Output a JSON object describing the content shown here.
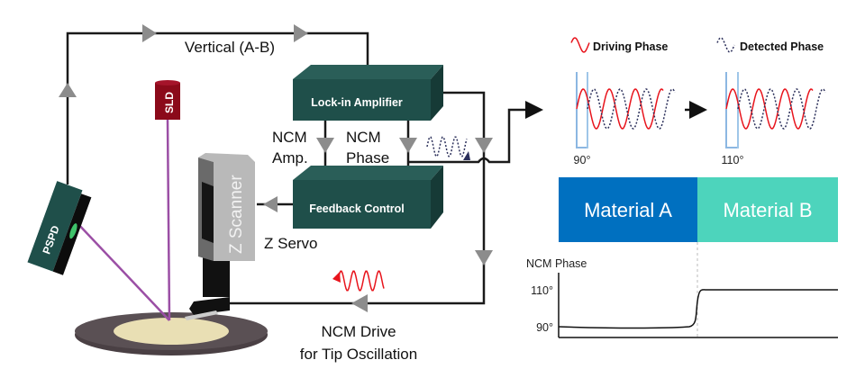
{
  "diagram": {
    "top_loop_label": "Vertical (A-B)",
    "sld_label": "SLD",
    "pspd_label": "PSPD",
    "z_scanner_label": "Z Scanner",
    "lock_in_label": "Lock-in Amplifier",
    "feedback_label": "Feedback Control",
    "ncm_amp_label": [
      "NCM",
      "Amp."
    ],
    "ncm_phase_label": [
      "NCM",
      "Phase"
    ],
    "z_servo_label": "Z Servo",
    "ncm_drive_label": [
      "NCM Drive",
      "for Tip Oscillation"
    ]
  },
  "legend": {
    "driving": "Driving Phase",
    "detected": "Detected Phase"
  },
  "phase_panels": [
    {
      "label": "90°"
    },
    {
      "label": "110°"
    }
  ],
  "materials": [
    {
      "label": "Material A",
      "color": "#0070c0"
    },
    {
      "label": "Material B",
      "color": "#4dd4bc"
    }
  ],
  "phase_plot": {
    "ylabel": "NCM Phase",
    "ticks": [
      "110°",
      "90°"
    ]
  },
  "colors": {
    "box": "#1f4f4a",
    "driving": "#e8141c",
    "detected": "#2b2f5a",
    "laser": "#9b4fa5",
    "sld": "#8b0a1a",
    "arrow": "#8c8c8c"
  }
}
